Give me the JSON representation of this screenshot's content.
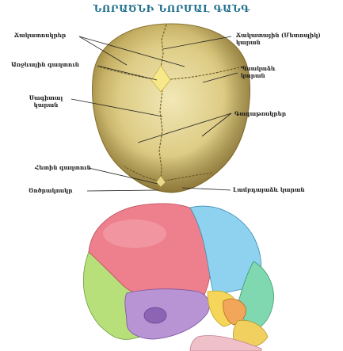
{
  "title": "ՆՈՐԱԾՆԻ ՆՈՐՄԱԼ ԳԱՆԳ",
  "labels": {
    "frontal_bones": "Ճակատոսկրեր",
    "frontal_suture": "Ճակատային (Մետոպիկ)\nկարան",
    "anterior_fontanelle": "Առջևային գաղտուն",
    "coronal_suture": "Պսակաձև\nկարան",
    "sagittal_suture": "Սագիտալ\nկարան",
    "parietal_bones": "Գագաթոսկրեր",
    "posterior_fontanelle": "Հետին գաղտուն",
    "occipital_bone": "Ծոծրակոսկր",
    "lambdoid_suture": "Լամբդայաձև կարան"
  },
  "colors": {
    "title": "#1f6f8b",
    "bone_light": "#efe3a8",
    "bone_mid": "#d7c577",
    "bone_dark": "#a9923e",
    "fontanelle": "#f7e98a",
    "parietal": "#ee7f8c",
    "frontal": "#8ed2f0",
    "temporal": "#b994d4",
    "occipital": "#b8e07a",
    "sphenoid": "#f5d65a",
    "face_green": "#7fd8b0",
    "zygomatic": "#f2a65a"
  }
}
